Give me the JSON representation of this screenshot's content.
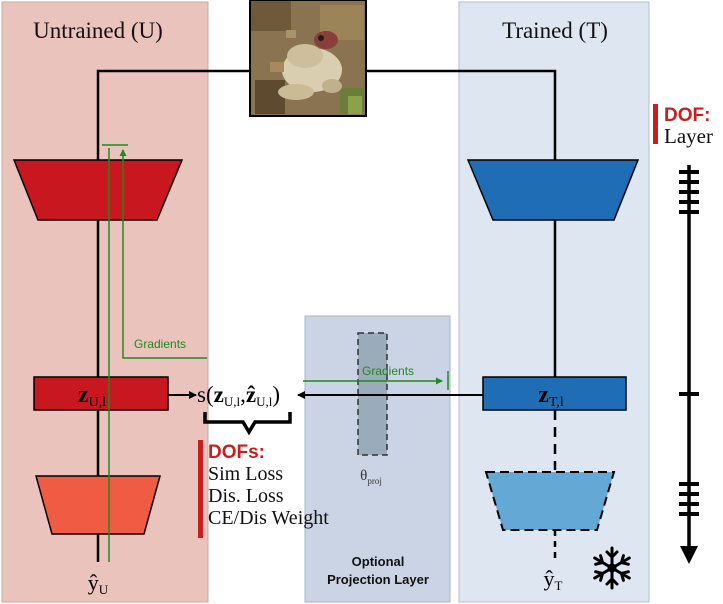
{
  "panels": {
    "untrained_title": "Untrained (U)",
    "trained_title": "Trained (T)"
  },
  "dof_layer": {
    "title": "DOF:",
    "label": "Layer"
  },
  "latent": {
    "untrained_sym": "z",
    "untrained_sub": "U,l",
    "trained_sym": "z",
    "trained_sub": "T,l"
  },
  "similarity": {
    "s": "s(",
    "z1": "z",
    "z1_sub": "U,l",
    "comma": ",",
    "z2": "ẑ",
    "z2_sub": "U,l",
    "close": ")"
  },
  "gradients": {
    "left": "Gradients",
    "right": "Gradients"
  },
  "dofs": {
    "title": "DOFs:",
    "items": [
      "Sim Loss",
      "Dis. Loss",
      "CE/Dis Weight"
    ]
  },
  "projection": {
    "theta": "θ",
    "theta_sub": "proj",
    "label_line1": "Optional",
    "label_line2": "Projection Layer"
  },
  "outputs": {
    "untrained_y": "ŷ",
    "untrained_sub": "U",
    "trained_y": "ŷ",
    "trained_sub": "T"
  },
  "icons": {
    "frozen": "snowflake-icon",
    "input": "frog-image"
  },
  "colors": {
    "untrained_bg": "#eac3bd",
    "trained_bg": "#dde6f1",
    "projection_bg": "#cbd4e5",
    "red_dark": "#c8171f",
    "red_light": "#f05b44",
    "blue_dark": "#1f6db4",
    "blue_light": "#64a8d6",
    "gradient": "#1f8a1f",
    "dof_red": "#c81e1e"
  }
}
